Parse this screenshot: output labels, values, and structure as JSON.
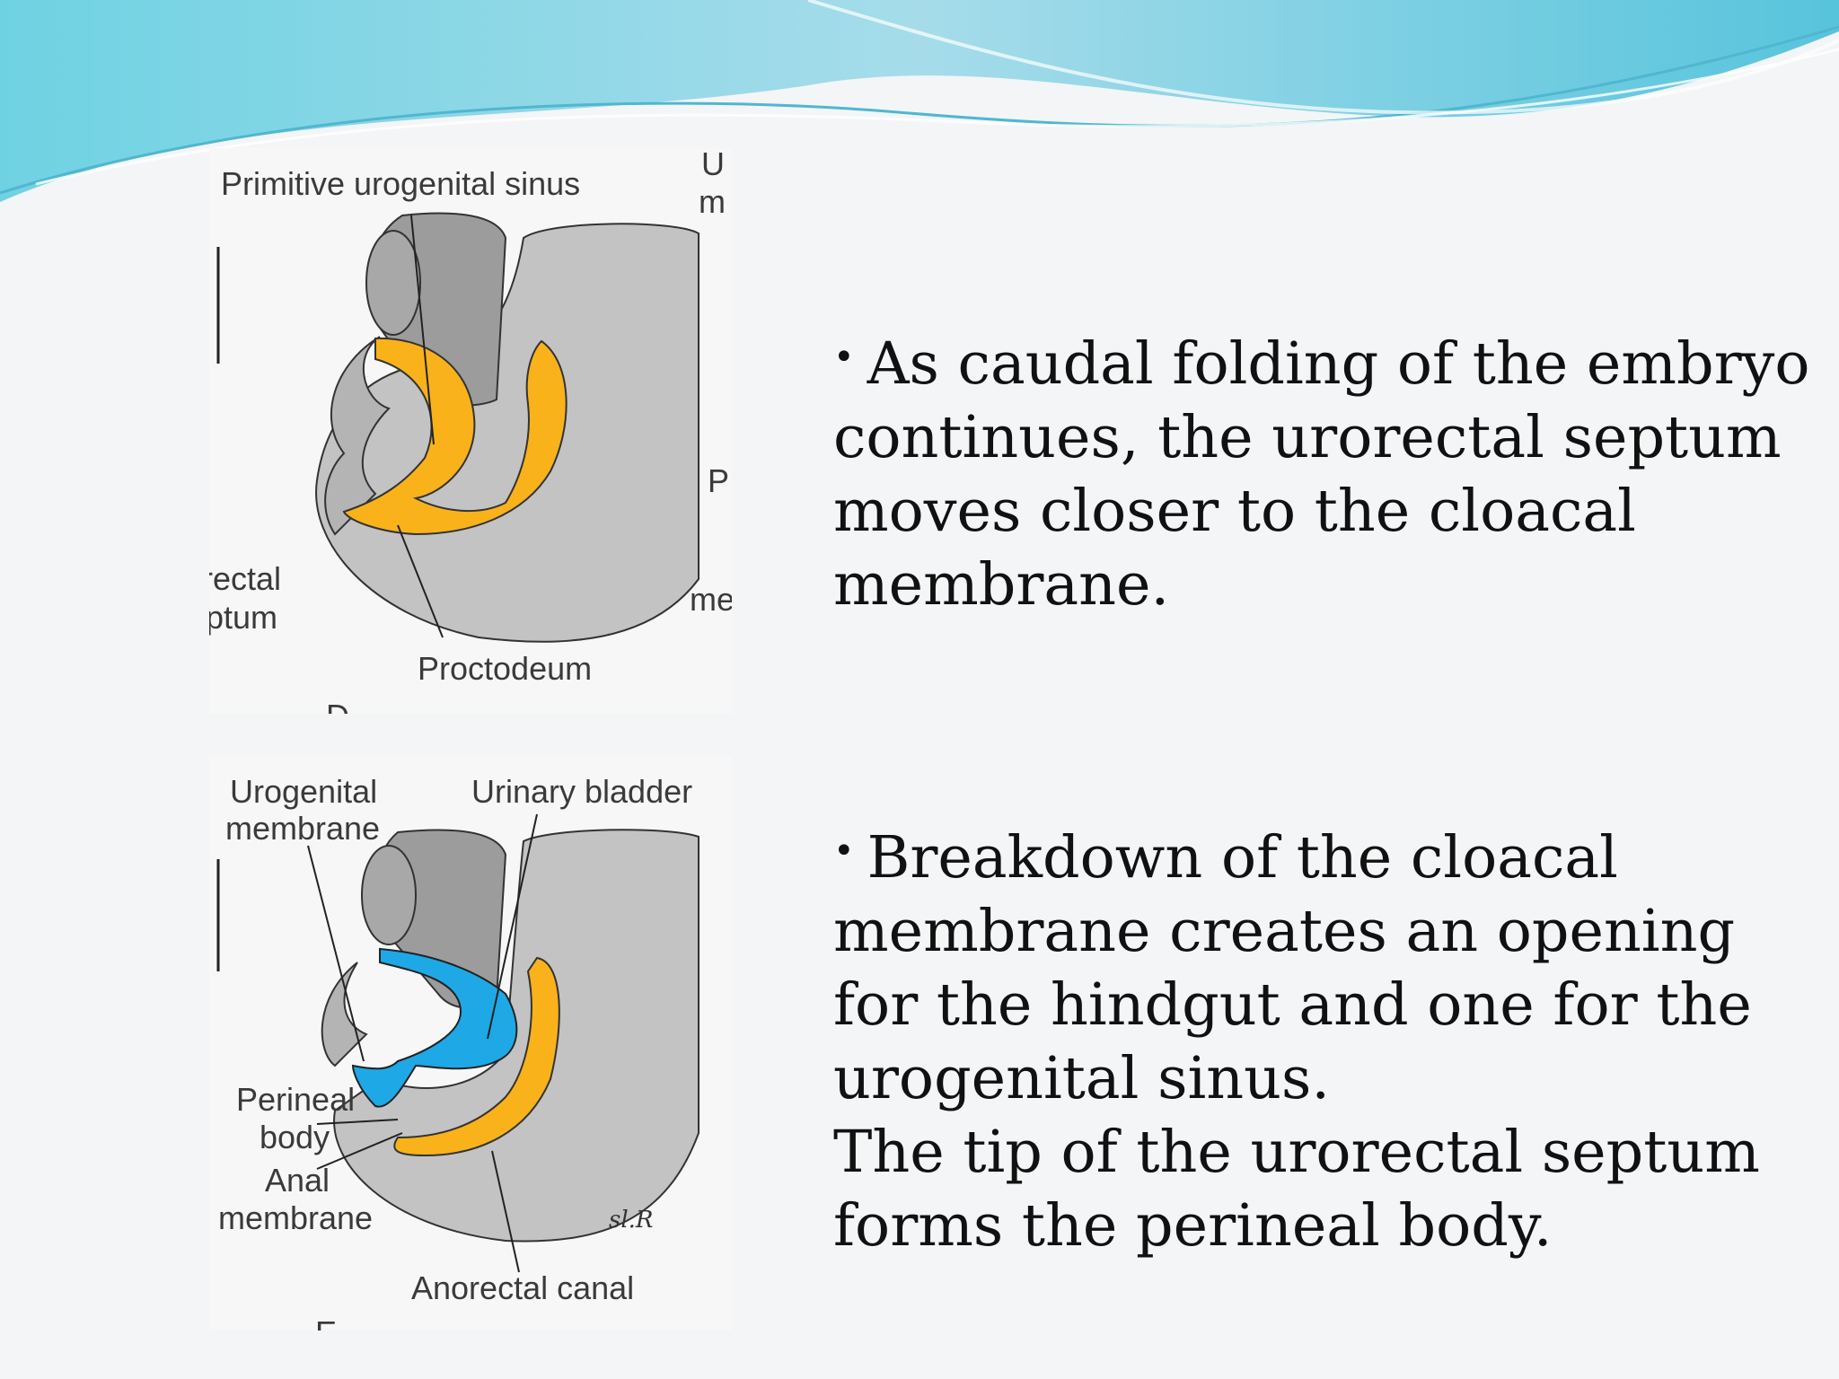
{
  "theme": {
    "accent": "#7fd3e0",
    "yellow": "#f9b21a",
    "blue": "#1ea8e6",
    "gray": "#c3c3c3"
  },
  "diagram_top": {
    "label_primitive_sinus": "Primitive urogenital sinus",
    "label_proctodeum": "Proctodeum",
    "label_septum_line1": "rectal",
    "label_septum_line2": "ptum",
    "label_right_top_1": "U",
    "label_right_top_2": "m",
    "label_right_mid": "P",
    "label_right_low": "me",
    "panel_letter": "D"
  },
  "diagram_bottom": {
    "label_urogenital_line1": "Urogenital",
    "label_urogenital_line2": "membrane",
    "label_bladder": "Urinary bladder",
    "label_perineal_line1": "Perineal",
    "label_perineal_line2": "body",
    "label_anal_line1": "Anal",
    "label_anal_line2": "membrane",
    "label_anorectal": "Anorectal canal",
    "signature": "sl.R",
    "panel_letter": "E"
  },
  "bullets": {
    "first": "As caudal folding of the embryo continues, the urorectal septum moves closer to the cloacal membrane.",
    "second": "Breakdown of the cloacal membrane creates an opening for the hindgut and one for the urogenital sinus.",
    "second_cont": "The tip of the urorectal septum forms the perineal body."
  }
}
